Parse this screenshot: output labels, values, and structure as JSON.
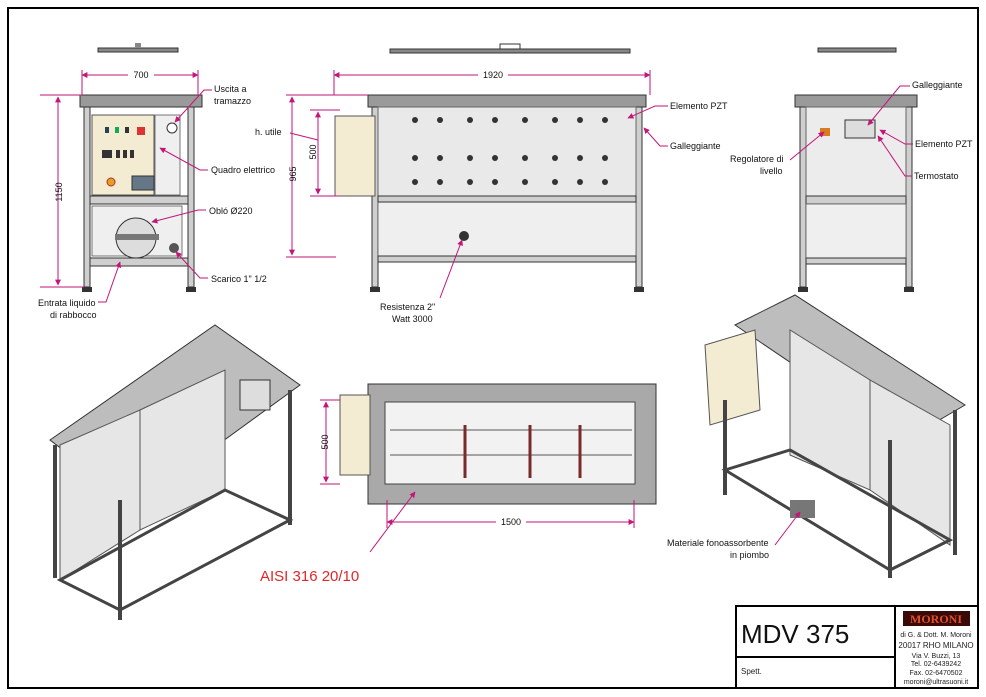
{
  "drawing": {
    "front_view": {
      "width_dim": "700",
      "height_dim": "1150",
      "labels": {
        "uscita": [
          "Uscita a",
          "tramazzo"
        ],
        "quadro": "Quadro elettrico",
        "oblo": "Obló Ø220",
        "scarico": "Scarico 1\" 1/2",
        "entrata": [
          "Entrata liquido",
          "di rabbocco"
        ]
      }
    },
    "side_view": {
      "width_dim": "1920",
      "h_utile_dim": "500",
      "height_dim": "965",
      "labels": {
        "h_utile": "h. utile",
        "elemento": "Elemento PZT",
        "galleggiante": "Galleggiante",
        "resistenza": [
          "Resistenza 2\"",
          "Watt 3000"
        ]
      }
    },
    "end_view": {
      "labels": {
        "galleggiante": "Galleggiante",
        "elemento": "Elemento PZT",
        "regolatore": [
          "Regolatore di",
          "livello"
        ],
        "termostato": "Termostato"
      }
    },
    "plan_view": {
      "depth_dim": "500",
      "length_dim": "1500"
    },
    "iso_right": {
      "labels": {
        "materiale": [
          "Materiale fonoassorbente",
          "in piombo"
        ]
      }
    },
    "material_note": "AISI 316 20/10",
    "accent_color": "#c2167a"
  },
  "title_block": {
    "model": "MDV 375",
    "client_label": "Spett.",
    "company": {
      "logo_text": "MORONI",
      "owner": "di G. & Dott. M. Moroni",
      "city": "20017 RHO MILANO",
      "address": "Via V. Buzzi, 13",
      "tel": "Tel. 02-6439242",
      "fax": "Fax. 02-6470502",
      "email": "moroni@ultrasuoni.it"
    }
  }
}
